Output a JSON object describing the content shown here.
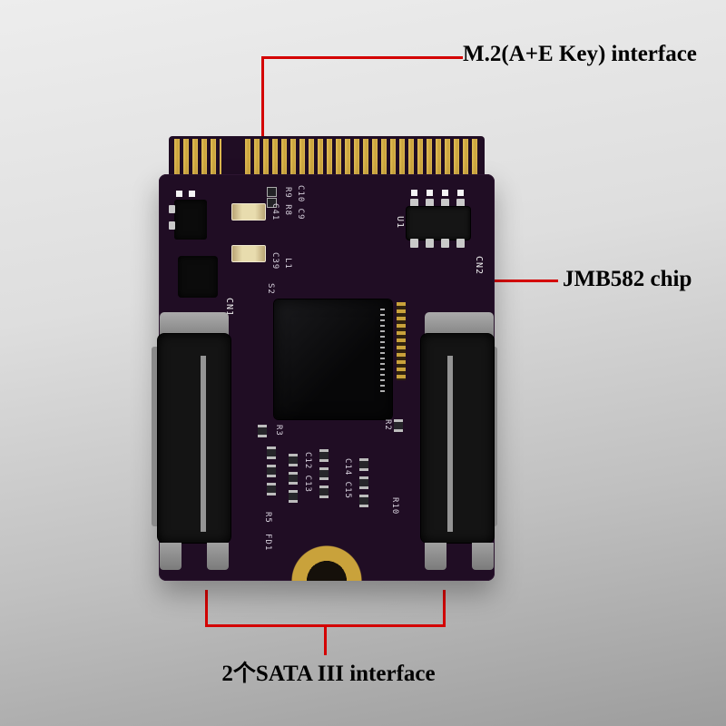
{
  "colors": {
    "red_line": "#d40000",
    "pcb": "#200d24",
    "gold": "#c9a23b",
    "gold_bright": "#e2bd55",
    "silkscreen": "#d8d2de",
    "bg_top": "#ededed",
    "bg_bottom": "#9d9d9d",
    "label_text": "#000000"
  },
  "annotations": {
    "m2_interface": "M.2(A+E Key) interface",
    "chip": "JMB582 chip",
    "sata_interface": "2个SATA III interface"
  },
  "silkscreen": {
    "c41": "C41",
    "r9r8": "R9 R8",
    "c10c9": "C10 C9",
    "c39": "C39",
    "l1": "L1",
    "cn1": "CN1",
    "u1": "U1",
    "cn2": "CN2",
    "s2": "S2",
    "r3": "R3",
    "r2": "R2",
    "c12c13": "C12 C13",
    "c14c15": "C14 C15",
    "r10": "R10",
    "r5": "R5",
    "fd1": "FD1"
  }
}
